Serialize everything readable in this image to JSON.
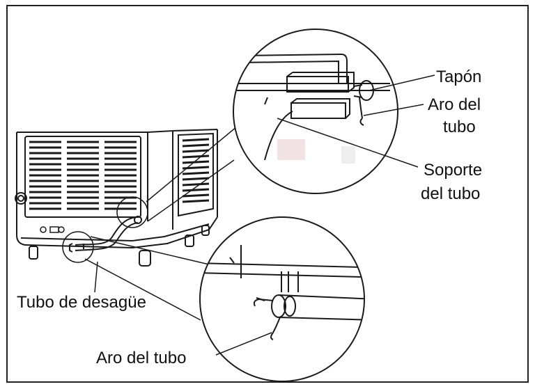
{
  "labels": {
    "plug": "Tapón",
    "pipe_ring_top_line1": "Aro del",
    "pipe_ring_top_line2": "tubo",
    "pipe_support_line1": "Soporte",
    "pipe_support_line2": "del tubo",
    "drain_pipe": "Tubo de desagüe",
    "pipe_ring_bottom": "Aro del tubo"
  },
  "colors": {
    "line": "#1a1a1a",
    "background": "#ffffff",
    "frame": "#222222"
  }
}
